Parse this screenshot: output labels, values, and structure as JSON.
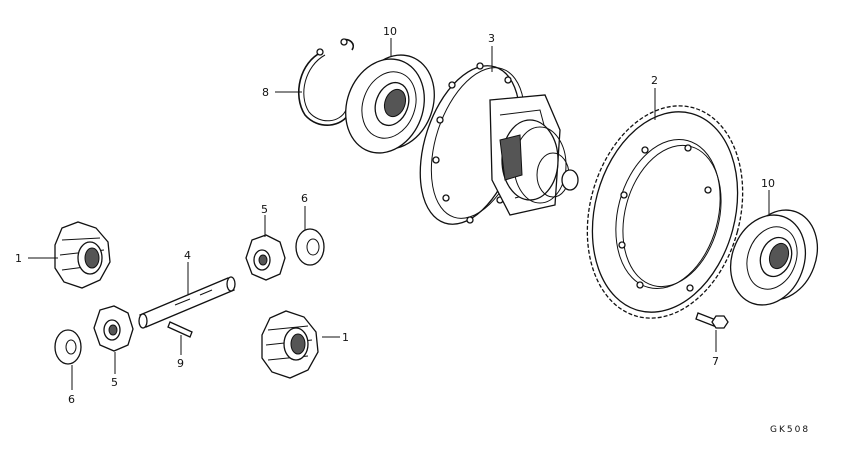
{
  "callouts": {
    "c1a": "1",
    "c1b": "1",
    "c2": "2",
    "c3": "3",
    "c4": "4",
    "c5a": "5",
    "c5b": "5",
    "c6a": "6",
    "c6b": "6",
    "c7": "7",
    "c8": "8",
    "c9": "9",
    "c10a": "10",
    "c10b": "10"
  },
  "figure_code": "GK508"
}
